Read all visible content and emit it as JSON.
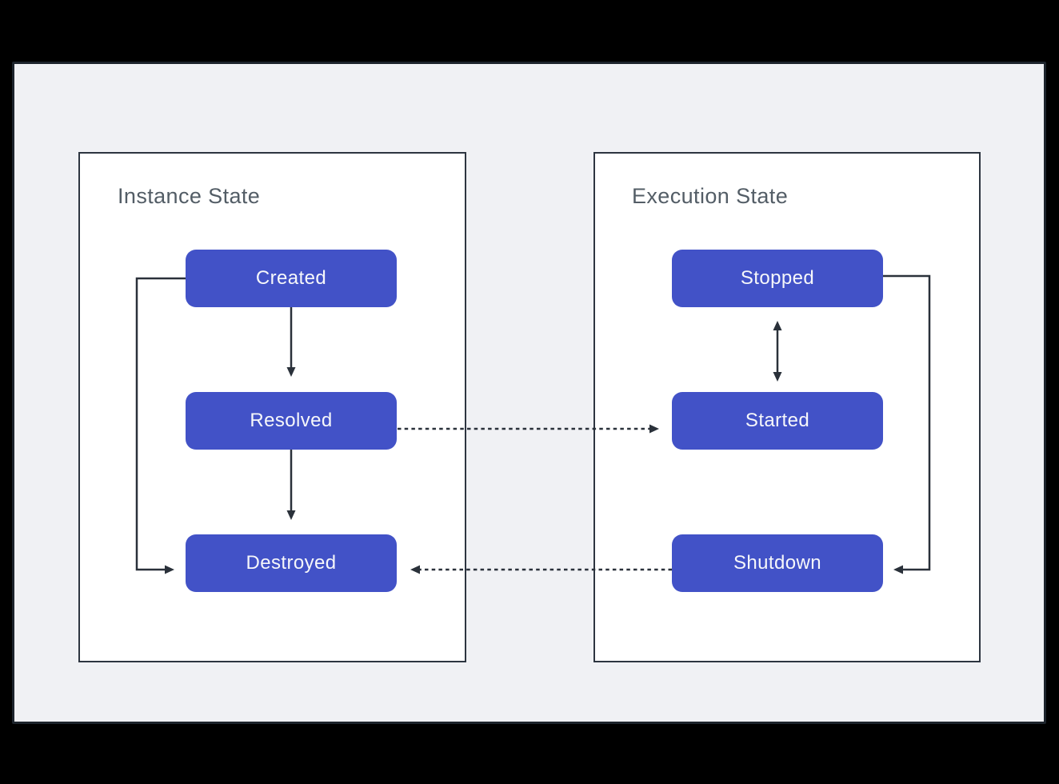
{
  "diagram": {
    "colors": {
      "background": "#000000",
      "board_fill": "#f0f1f4",
      "board_border": "#1d242c",
      "panel_fill": "#ffffff",
      "panel_border": "#2d3540",
      "node_fill": "#4252c7",
      "node_text": "#f6f7fa",
      "title_text": "#535d66",
      "edge_line": "#2a313a"
    },
    "panels": [
      {
        "title": "Instance State",
        "nodes": [
          {
            "label": "Created"
          },
          {
            "label": "Resolved"
          },
          {
            "label": "Destroyed"
          }
        ]
      },
      {
        "title": "Execution State",
        "nodes": [
          {
            "label": "Stopped"
          },
          {
            "label": "Started"
          },
          {
            "label": "Shutdown"
          }
        ]
      }
    ],
    "edges": [
      {
        "from": "Created",
        "to": "Resolved",
        "style": "solid",
        "direction": "one-way"
      },
      {
        "from": "Resolved",
        "to": "Destroyed",
        "style": "solid",
        "direction": "one-way"
      },
      {
        "from": "Created",
        "to": "Destroyed",
        "style": "solid",
        "direction": "one-way",
        "route": "left-side-loop"
      },
      {
        "from": "Stopped",
        "to": "Started",
        "style": "solid",
        "direction": "two-way"
      },
      {
        "from": "Stopped",
        "to": "Shutdown",
        "style": "solid",
        "direction": "one-way",
        "route": "right-side-loop"
      },
      {
        "from": "Resolved",
        "to": "Started",
        "style": "dashed",
        "direction": "one-way"
      },
      {
        "from": "Shutdown",
        "to": "Destroyed",
        "style": "dashed",
        "direction": "one-way"
      }
    ]
  }
}
